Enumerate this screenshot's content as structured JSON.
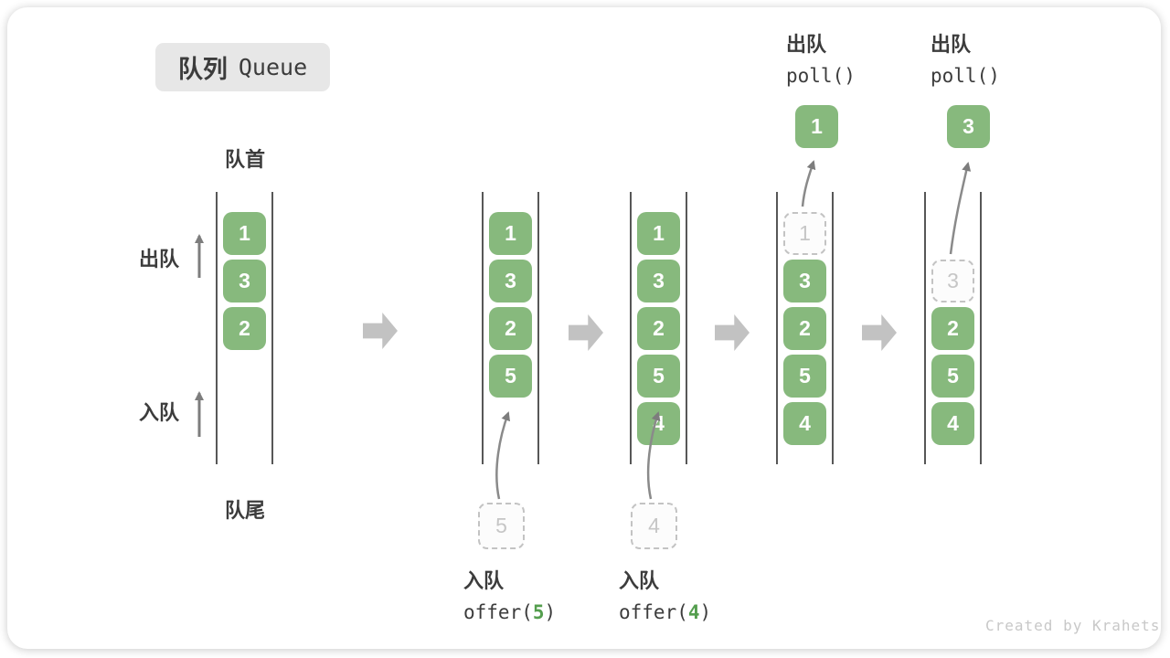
{
  "badge": {
    "zh": "队列",
    "en": "Queue"
  },
  "labels": {
    "front": "队首",
    "rear": "队尾",
    "dequeue_side": "出队",
    "enqueue_side": "入队"
  },
  "columns": {
    "c1": {
      "boxes": [
        "1",
        "3",
        "2"
      ]
    },
    "c2": {
      "boxes": [
        "1",
        "3",
        "2",
        "5"
      ],
      "pending": "5"
    },
    "c3": {
      "boxes": [
        "1",
        "3",
        "2",
        "5",
        "4"
      ],
      "pending": "4"
    },
    "c4": {
      "ghost": "1",
      "boxes": [
        "3",
        "2",
        "5",
        "4"
      ],
      "popped": "1"
    },
    "c5": {
      "ghost": "3",
      "boxes": [
        "2",
        "5",
        "4"
      ],
      "popped": "3"
    }
  },
  "ops": {
    "enqueue5": {
      "title": "入队",
      "code_pre": "offer(",
      "arg": "5",
      "code_post": ")"
    },
    "enqueue4": {
      "title": "入队",
      "code_pre": "offer(",
      "arg": "4",
      "code_post": ")"
    },
    "dequeue1": {
      "title": "出队",
      "code": "poll()"
    },
    "dequeue3": {
      "title": "出队",
      "code": "poll()"
    }
  },
  "watermark": "Created by Krahets",
  "colors": {
    "box_green": "#87b97d",
    "accent_green": "#549e4e",
    "badge_bg": "#e7e7e7",
    "text_dark": "#3c3c3c",
    "ghost_border": "#c3c3c3",
    "thin_arrow": "#7d7d7d",
    "block_arrow": "#c2c2c2"
  }
}
